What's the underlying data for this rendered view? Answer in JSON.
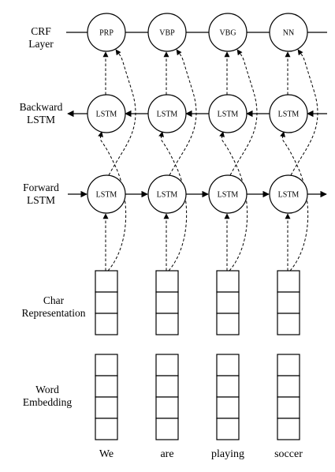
{
  "row_labels": {
    "crf": [
      "CRF",
      "Layer"
    ],
    "backward": [
      "Backward",
      "LSTM"
    ],
    "forward": [
      "Forward",
      "LSTM"
    ],
    "char": [
      "Char",
      "Representation"
    ],
    "word": [
      "Word",
      "Embedding"
    ]
  },
  "tags": [
    "PRP",
    "VBP",
    "VBG",
    "NN"
  ],
  "lstm_label": "LSTM",
  "words": [
    "We",
    "are",
    "playing",
    "soccer"
  ]
}
